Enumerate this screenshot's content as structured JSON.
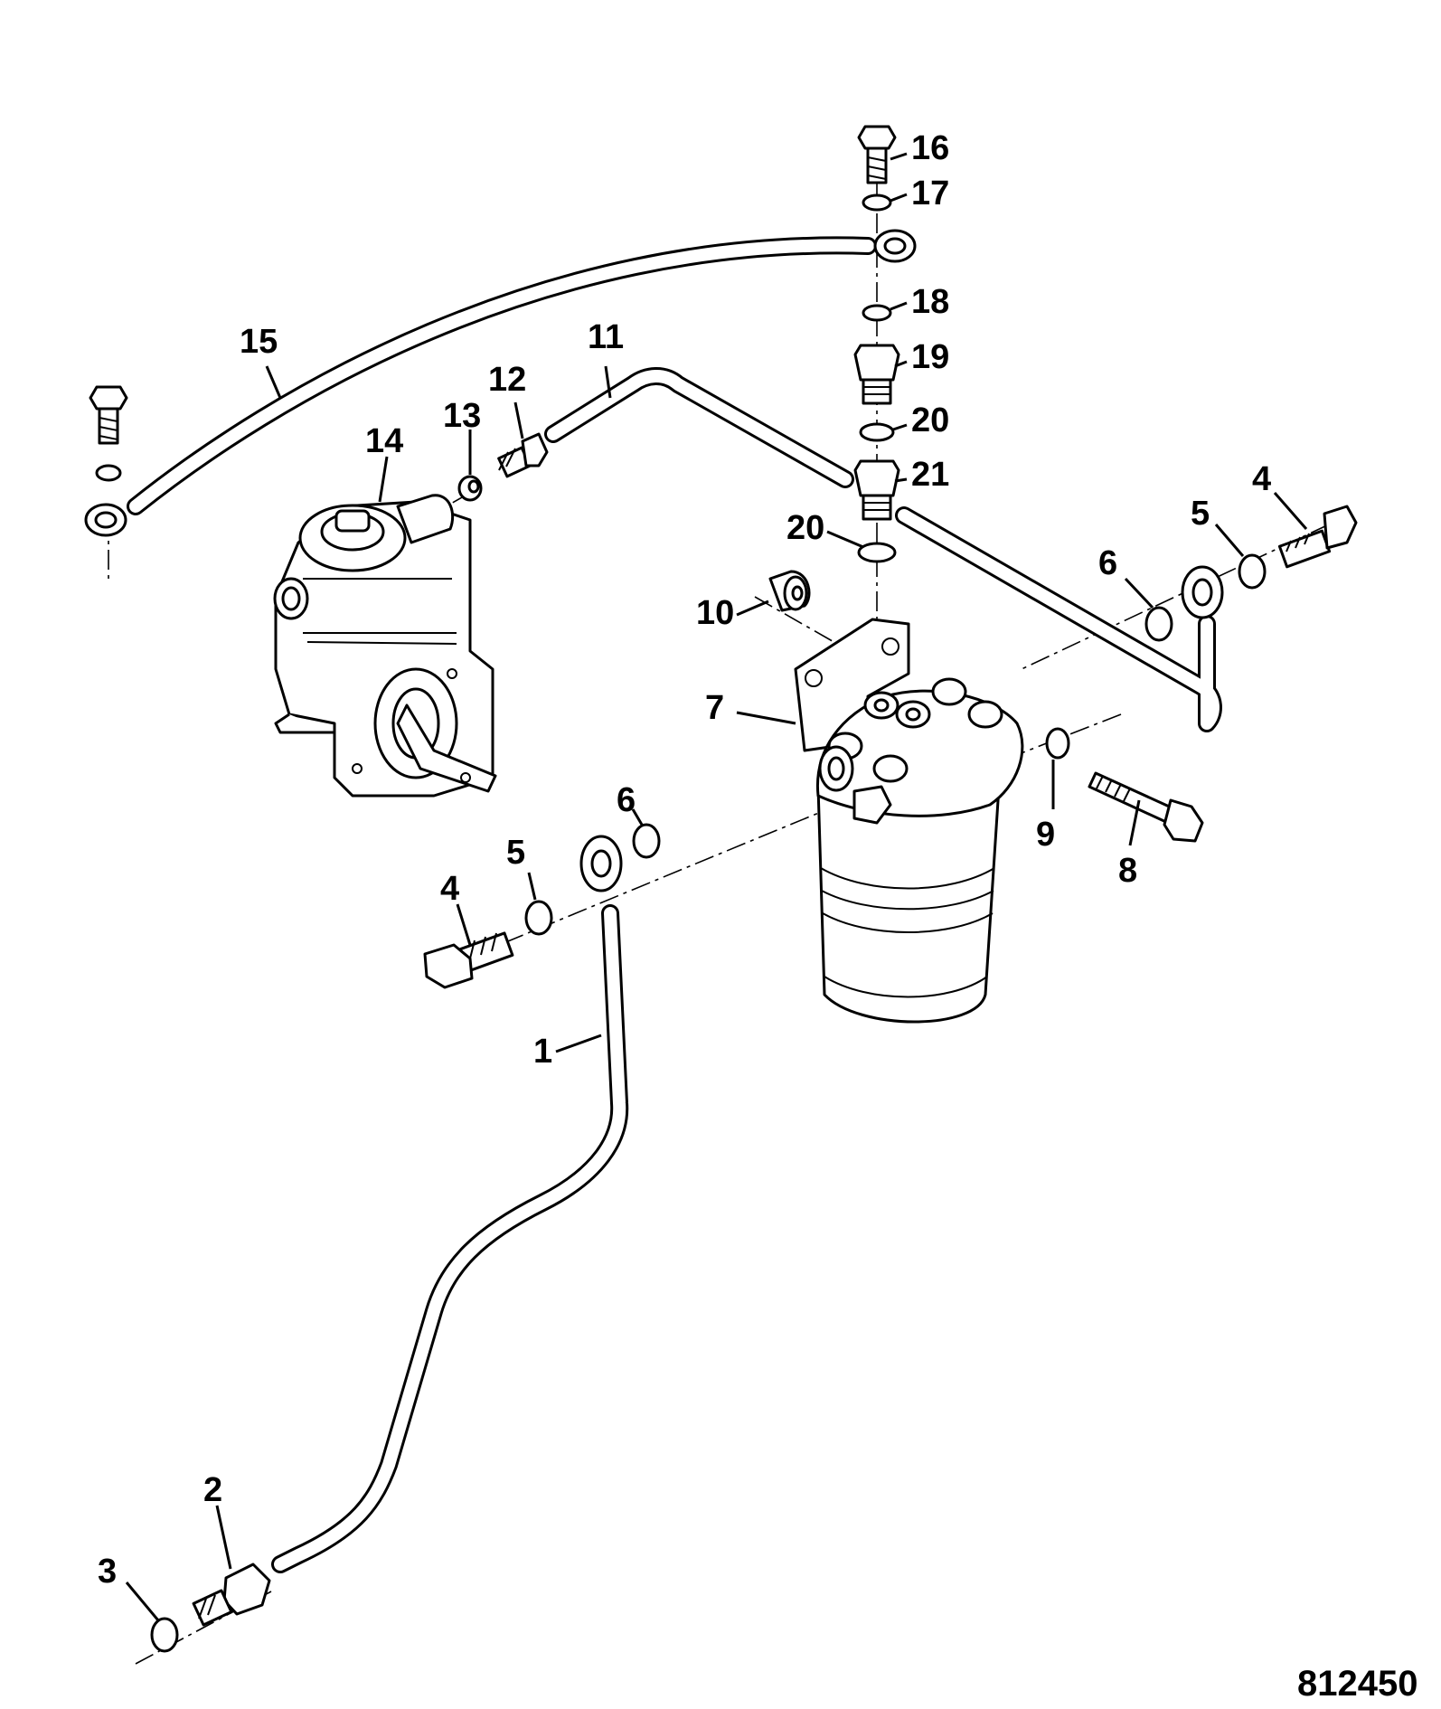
{
  "figure_number": "812450",
  "callouts": {
    "c1": "1",
    "c2": "2",
    "c3": "3",
    "c4a": "4",
    "c4b": "4",
    "c5a": "5",
    "c5b": "5",
    "c6a": "6",
    "c6b": "6",
    "c7": "7",
    "c8": "8",
    "c9": "9",
    "c10": "10",
    "c11": "11",
    "c12": "12",
    "c13": "13",
    "c14": "14",
    "c15": "15",
    "c16": "16",
    "c17": "17",
    "c18": "18",
    "c19": "19",
    "c20a": "20",
    "c20b": "20",
    "c21": "21"
  }
}
